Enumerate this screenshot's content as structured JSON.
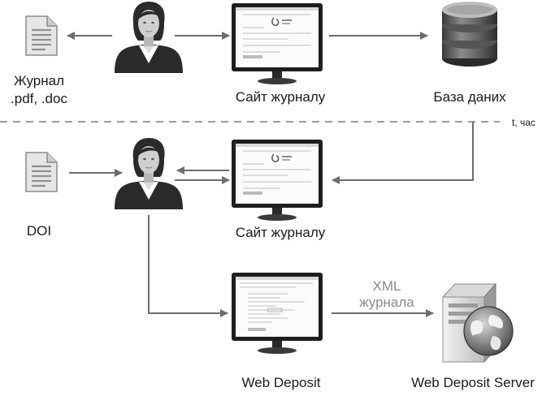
{
  "labels": {
    "journal_line1": "Журнал",
    "journal_line2": ".pdf, .doc",
    "site_top": "Сайт журналу",
    "database": "База даних",
    "time_axis": "t, час",
    "doi": "DOI",
    "site_middle": "Сайт журналу",
    "web_deposit": "Web Deposit",
    "xml_line1": "XML",
    "xml_line2": "журнала",
    "web_deposit_server": "Web Deposit Server"
  },
  "colors": {
    "arrow": "#6d6d6d",
    "divider": "#7a7a7a",
    "monitor_frame": "#1e1e1e",
    "xml_label": "#8a8a8a"
  },
  "icons": [
    "document-icon",
    "person-icon",
    "monitor-icon",
    "database-icon",
    "server-globe-icon"
  ]
}
